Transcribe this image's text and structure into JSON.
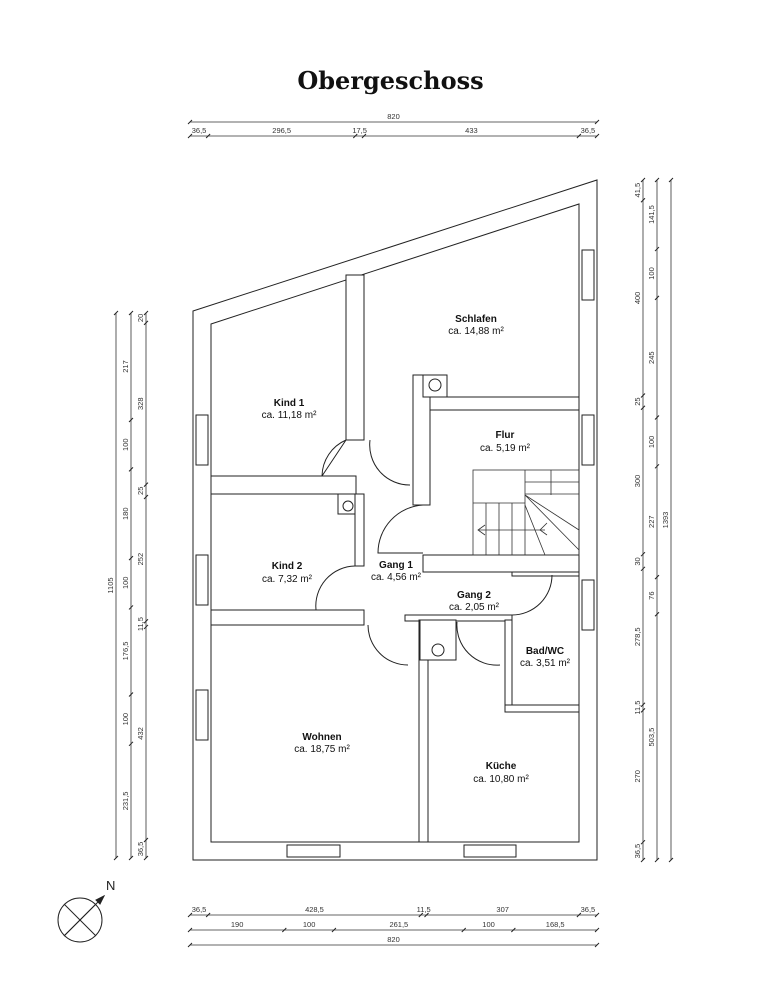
{
  "title": "Obergeschoss",
  "rooms": [
    {
      "name": "Schlafen",
      "area": "ca. 14,88 m²"
    },
    {
      "name": "Kind 1",
      "area": "ca. 11,18 m²"
    },
    {
      "name": "Flur",
      "area": "ca. 5,19 m²"
    },
    {
      "name": "Kind 2",
      "area": "ca. 7,32 m²"
    },
    {
      "name": "Gang 1",
      "area": "ca. 4,56 m²"
    },
    {
      "name": "Gang 2",
      "area": "ca. 2,05 m²"
    },
    {
      "name": "Bad/WC",
      "area": "ca. 3,51 m²"
    },
    {
      "name": "Wohnen",
      "area": "ca. 18,75 m²"
    },
    {
      "name": "Küche",
      "area": "ca. 10,80 m²"
    }
  ],
  "compass": {
    "label": "N"
  },
  "dimensions": {
    "top_total": [
      "820"
    ],
    "top_segments": [
      "36,5",
      "296,5",
      "17,5",
      "433",
      "36,5"
    ],
    "bottom_segments_1": [
      "36,5",
      "428,5",
      "11,5",
      "307",
      "36,5"
    ],
    "bottom_segments_2": [
      "190",
      "100",
      "261,5",
      "100",
      "168,5"
    ],
    "bottom_total": [
      "820"
    ],
    "left_total": [
      "1105"
    ],
    "left_segments_1": [
      "217",
      "100",
      "180",
      "100",
      "176,5",
      "100",
      "231,5"
    ],
    "left_segments_2": [
      "20",
      "328",
      "25",
      "252",
      "11,5",
      "432",
      "36,5"
    ],
    "right_segments_1": [
      "41,5",
      "400",
      "25",
      "300",
      "30",
      "278,5",
      "11,5",
      "270",
      "36,5"
    ],
    "right_segments_2": [
      "141,5",
      "100",
      "245",
      "100",
      "227",
      "76",
      "503,5"
    ],
    "right_total": [
      "1393"
    ]
  }
}
